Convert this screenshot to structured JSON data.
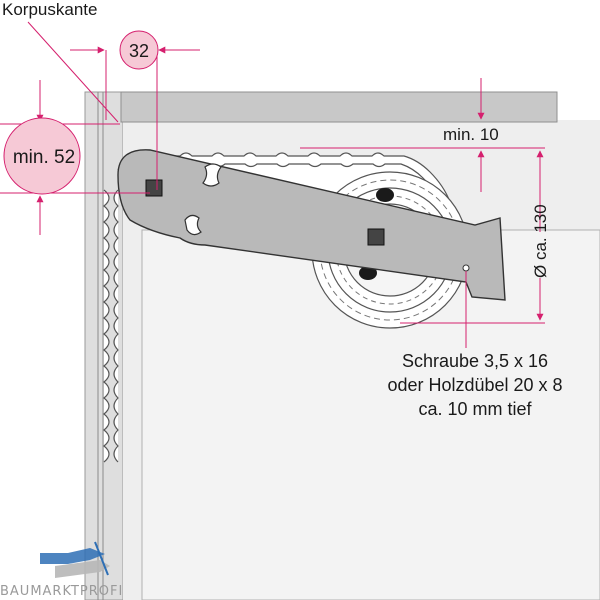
{
  "labels": {
    "korpuskante": "Korpuskante",
    "dim_32": "32",
    "min_52": "min. 52",
    "min_10": "min. 10",
    "diameter_130": "Ø ca. 130",
    "screw_line1": "Schraube 3,5 x 16",
    "screw_line2": "oder Holzdübel 20 x 8",
    "screw_line3": "ca. 10 mm tief"
  },
  "watermark": "BAUMARKTPROFI",
  "colors": {
    "bubble_fill": "#f6c9d6",
    "dimension_line": "#d5206e",
    "panel_gray": "#c8c8c8",
    "cabinet_light": "#eeeeee",
    "bracket_fill": "#b9b9b9",
    "outline": "#333333"
  }
}
